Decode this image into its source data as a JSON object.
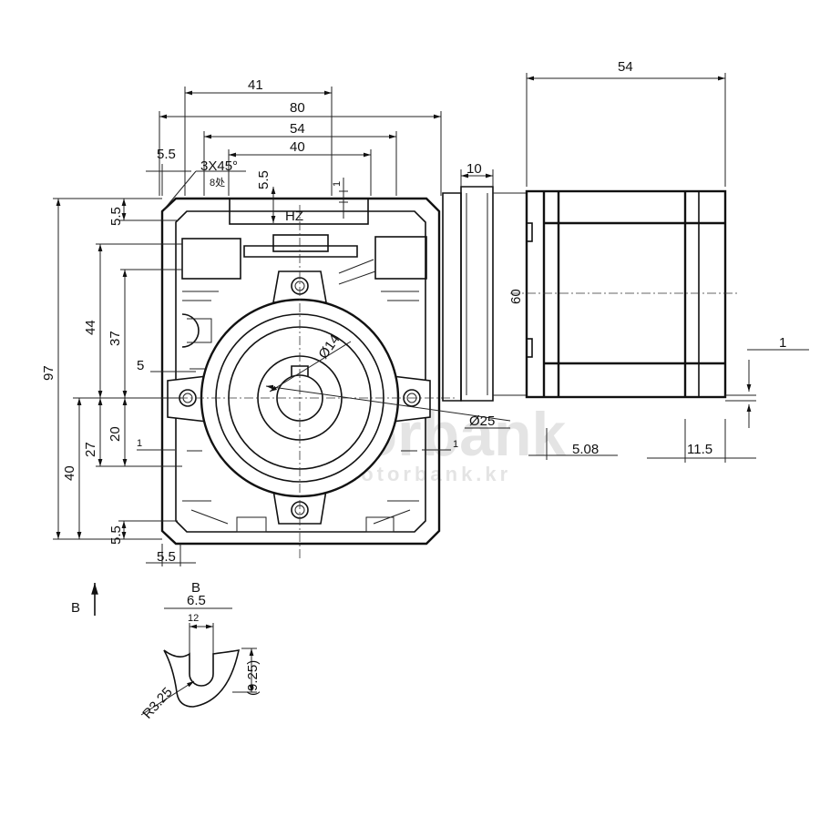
{
  "dimensions": {
    "top_41": "41",
    "top_80": "80",
    "top_54": "54",
    "top_40": "40",
    "chamfer": "3X45°",
    "chamfer_sub": "8处",
    "left_5_5_top": "5.5",
    "slot_5_5": "5.5",
    "slot_1": "1",
    "hz_label": "HZ",
    "left_5_5_mid": "5.5",
    "h_97": "97",
    "h_44": "44",
    "h_37": "37",
    "h_5": "5",
    "h_27": "27",
    "h_20": "20",
    "h_40": "40",
    "h_1_left": "1",
    "h_5_5_bottom": "5.5",
    "w_5_5_bottom": "5.5",
    "phi14": "Ø14",
    "phi25": "Ø25",
    "h_1_right": "1",
    "motor_54": "54",
    "flange_10": "10",
    "motor_60": "60",
    "motor_1": "1",
    "motor_5_08": "5.08",
    "motor_11_5": "11.5"
  },
  "detail": {
    "view_marker": "B",
    "view_title": "B",
    "w_6_5": "6.5",
    "w_12": "12",
    "h_9_25": "(9.25)",
    "r_3_25": "R3.25"
  },
  "watermark": {
    "brand": "motorbank",
    "url": "www.motorbank.kr"
  }
}
